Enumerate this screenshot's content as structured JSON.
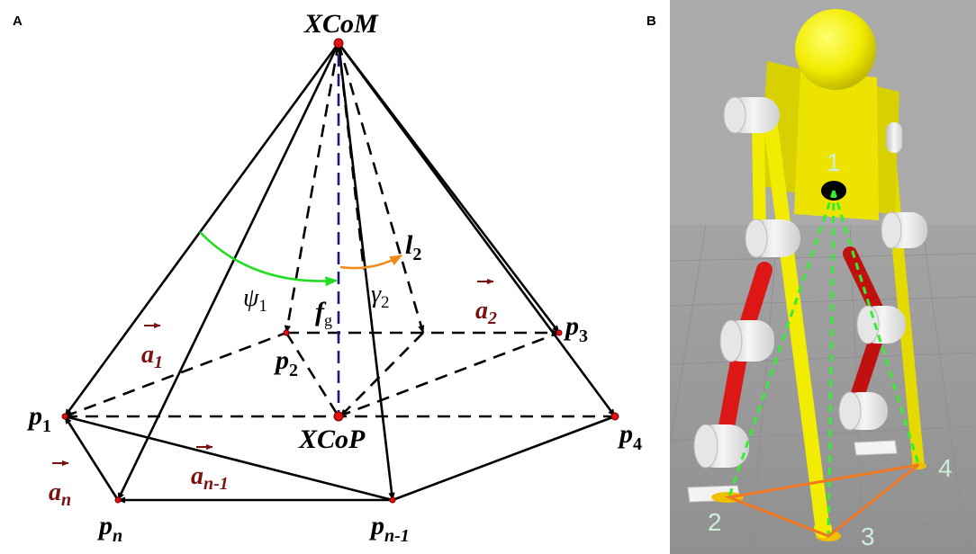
{
  "panel_a": {
    "letter": "A",
    "xcom": "XCoM",
    "xcop": "XCoP",
    "p1": {
      "base": "p",
      "sub": "1"
    },
    "p2": {
      "base": "p",
      "sub": "2"
    },
    "p3": {
      "base": "p",
      "sub": "3"
    },
    "p4": {
      "base": "p",
      "sub": "4"
    },
    "pn": {
      "base": "p",
      "sub": "n"
    },
    "pn1": {
      "base": "p",
      "sub": "n-1"
    },
    "a1": {
      "base": "a",
      "sub": "1"
    },
    "a2": {
      "base": "a",
      "sub": "2"
    },
    "an": {
      "base": "a",
      "sub": "n"
    },
    "an1": {
      "base": "a",
      "sub": "n-1"
    },
    "psi1": {
      "base": "ψ",
      "sub": "1"
    },
    "gamma2": {
      "base": "γ",
      "sub": "2"
    },
    "fg": {
      "base": "f",
      "sub": "g"
    },
    "l2": {
      "base": "l",
      "sub": "2"
    },
    "colors": {
      "vector_label": "#7a1212",
      "green_arc": "#22dd22",
      "orange_arc": "#f08a1c",
      "point": "#e01010",
      "center_line": "#1a1a7a"
    }
  },
  "panel_b": {
    "letter": "B",
    "labels": [
      "1",
      "2",
      "3",
      "4"
    ],
    "colors": {
      "robot": "#f2ec00",
      "legs": "#dd1616",
      "joints": "#e8e8e8",
      "triangle_lines": "#33ee33",
      "support_polygon": "#f07820",
      "ground": "#9a9a9a"
    }
  }
}
